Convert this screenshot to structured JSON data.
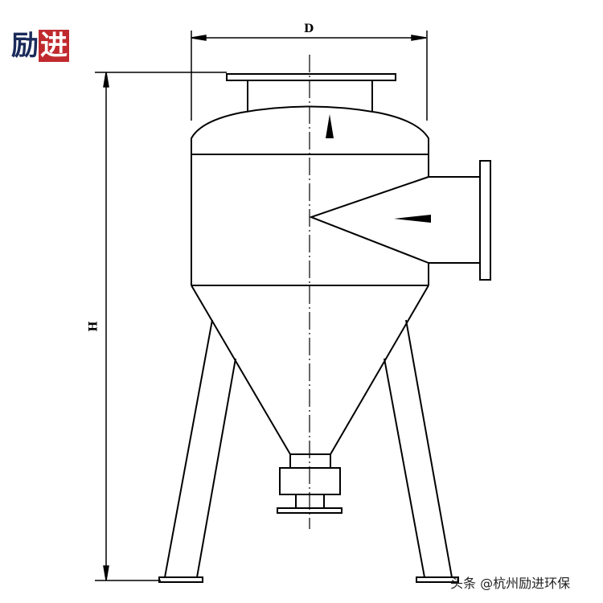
{
  "logo": {
    "part1": "励",
    "part2": "进"
  },
  "dimensions": {
    "diameter_label": "D",
    "height_label": "H"
  },
  "watermark": "头条 @杭州励进环保"
}
